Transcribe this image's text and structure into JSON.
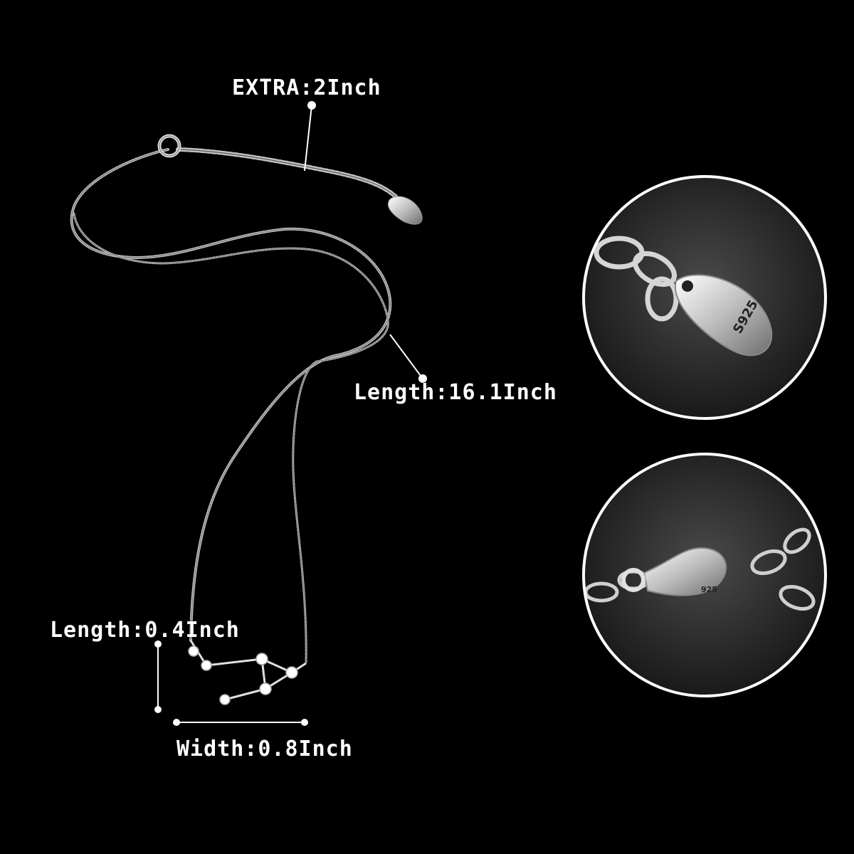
{
  "annotations": {
    "extra": "EXTRA:2Inch",
    "length": "Length:16.1Inch",
    "pendant_length": "Length:0.4Inch",
    "pendant_width": "Width:0.8Inch"
  },
  "details": {
    "tag_stamp": "S925",
    "clasp_stamp": "925"
  },
  "colors": {
    "background": "#000000",
    "silver": "#c8c8c8",
    "callout": "#ffffff",
    "circle_bg": "#2a2a2a"
  }
}
